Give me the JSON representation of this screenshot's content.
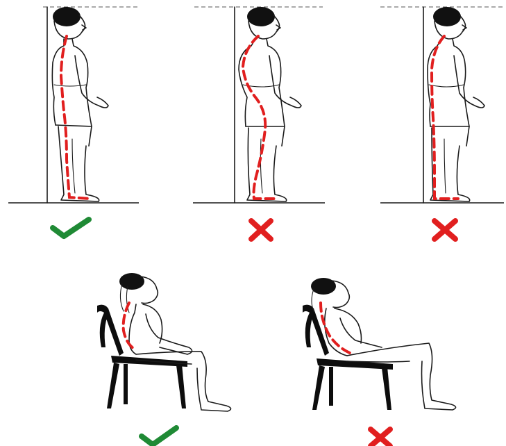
{
  "figure": {
    "panels": [
      {
        "id": "standing-good",
        "pose": "standing",
        "verdict": "correct",
        "mark": "check"
      },
      {
        "id": "standing-bad-curved",
        "pose": "standing",
        "verdict": "incorrect",
        "mark": "cross"
      },
      {
        "id": "standing-bad-flat",
        "pose": "standing",
        "verdict": "incorrect",
        "mark": "cross"
      },
      {
        "id": "sitting-good",
        "pose": "sitting",
        "verdict": "correct",
        "mark": "check"
      },
      {
        "id": "sitting-bad-slouch",
        "pose": "sitting",
        "verdict": "incorrect",
        "mark": "cross"
      }
    ]
  },
  "colors": {
    "spine": "#e11f1f",
    "check": "#1f8a35",
    "cross": "#e11f1f",
    "line": "#1a1a1a",
    "chair": "#0d0d0d"
  },
  "icons": {
    "check": "check-icon",
    "cross": "cross-icon"
  }
}
